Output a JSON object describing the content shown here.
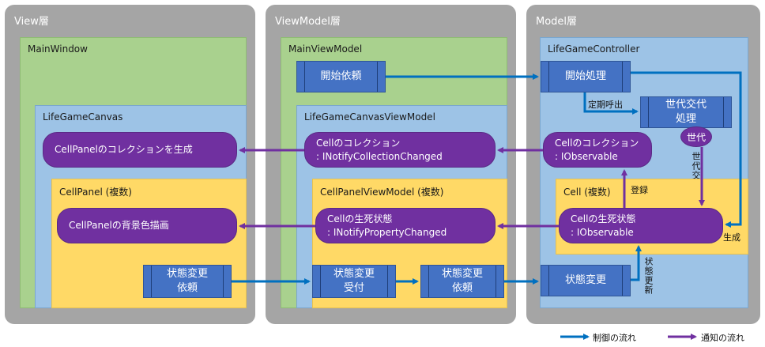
{
  "layers": {
    "view": "View層",
    "viewmodel": "ViewModel層",
    "model": "Model層"
  },
  "view": {
    "main_window": "MainWindow",
    "canvas": "LifeGameCanvas",
    "canvas_action": "CellPanelのコレクションを生成",
    "cellpanel": "CellPanel (複数)",
    "cellpanel_action": "CellPanelの背景色描画",
    "state_change_request": "状態変更\n依頼"
  },
  "viewmodel": {
    "main_vm": "MainViewModel",
    "start_request": "開始依頼",
    "canvas_vm": "LifeGameCanvasViewModel",
    "collection": "Cellのコレクション\n: INotifyCollectionChanged",
    "cellpanel_vm": "CellPanelViewModel (複数)",
    "life_state": "Cellの生死状態\n: INotifyPropertyChanged",
    "state_change_receive": "状態変更\n受付",
    "state_change_request": "状態変更\n依頼"
  },
  "model": {
    "controller": "LifeGameController",
    "start_process": "開始処理",
    "periodic_call": "定期呼出",
    "generation_change": "世代交代\n処理",
    "collection": "Cellのコレクション\n: IObservable",
    "generation": "世代",
    "generation_shift": "世代交代",
    "register": "登録",
    "cell": "Cell (複数)",
    "life_state": "Cellの生死状態\n: IObservable",
    "create": "生成",
    "state_change": "状態変更",
    "state_update": "状態更新"
  },
  "legend": {
    "control_flow": "制御の流れ",
    "notify_flow": "通知の流れ"
  },
  "colors": {
    "control_arrow": "#0070c0",
    "notify_arrow": "#7030a0"
  }
}
